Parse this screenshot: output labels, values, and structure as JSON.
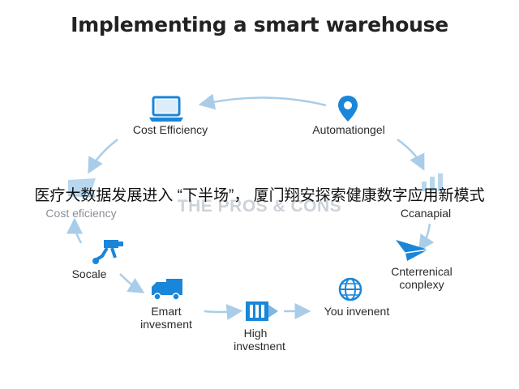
{
  "title": "Implementing a smart warehouse",
  "watermark": "THE PROS & CONS",
  "banner": "医疗大数据发展进入 “下半场”， 厦门翔安探索健康数字应用新模式",
  "nodes": [
    {
      "id": "cost-efficiency",
      "label": "Cost Efficiency",
      "icon": "laptop-icon"
    },
    {
      "id": "automation",
      "label": "Automationgel",
      "icon": "location-pin-icon"
    },
    {
      "id": "cost-efficiency-faded",
      "label": "Cost eficiency",
      "icon": "flag-icon"
    },
    {
      "id": "capital",
      "label": "Ccanapial",
      "icon": "bar-chart-icon"
    },
    {
      "id": "scale",
      "label": "Socale",
      "icon": "robot-arm-icon"
    },
    {
      "id": "complexity",
      "label_line1": "Cnterrenical",
      "label_line2": "conplexy",
      "icon": "paper-plane-icon"
    },
    {
      "id": "smart-investment",
      "label_line1": "Emart",
      "label_line2": "invesment",
      "icon": "truck-icon"
    },
    {
      "id": "high-investment",
      "label_line1": "High",
      "label_line2": "investnent",
      "icon": "building-icon"
    },
    {
      "id": "you-invenent",
      "label": "You invenent",
      "icon": "globe-icon"
    }
  ],
  "colors": {
    "accent": "#1a86d9",
    "arrow": "#a9cde9",
    "text": "#2a2a2a"
  }
}
